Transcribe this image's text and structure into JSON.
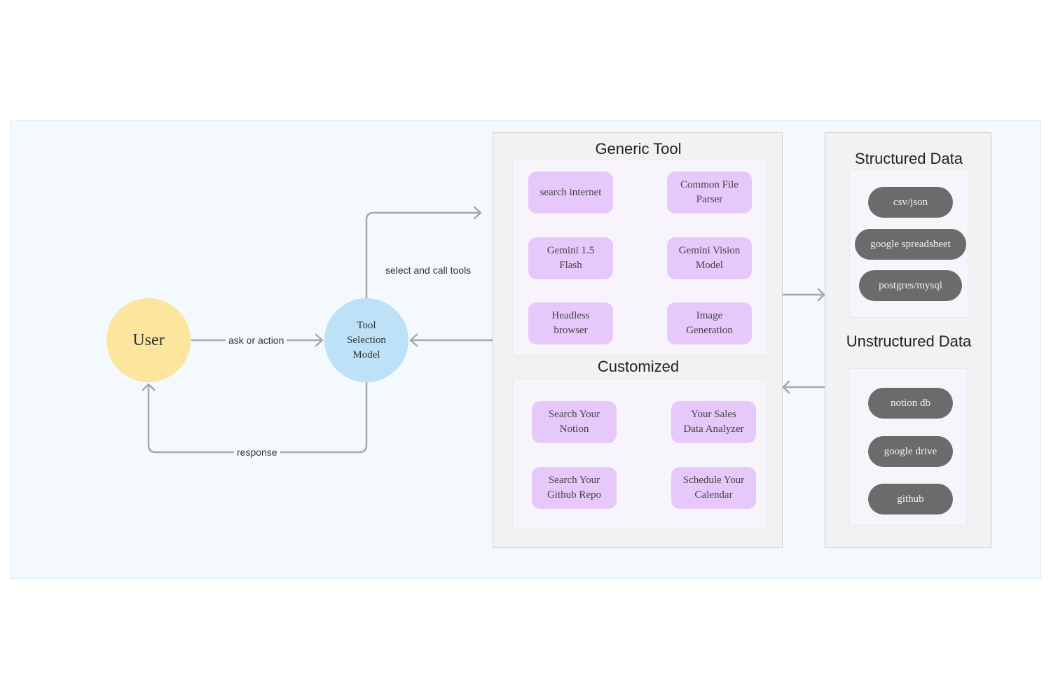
{
  "nodes": {
    "user": "User",
    "tool_selection_model": "Tool\nSelection\nModel"
  },
  "edges": {
    "ask": "ask or action",
    "select": "select and call tools",
    "response": "response"
  },
  "generic_tool": {
    "title": "Generic Tool",
    "items": [
      "search internet",
      "Common File\nParser",
      "Gemini 1.5\nFlash",
      "Gemini Vision\nModel",
      "Headless\nbrowser",
      "Image\nGeneration"
    ]
  },
  "customized": {
    "title": "Customized",
    "items": [
      "Search Your\nNotion",
      "Your Sales\nData Analyzer",
      "Search Your\nGithub Repo",
      "Schedule Your\nCalendar"
    ]
  },
  "structured_data": {
    "title": "Structured Data",
    "items": [
      "csv/json",
      "google spreadsheet",
      "postgres/mysql"
    ]
  },
  "unstructured_data": {
    "title": "Unstructured Data",
    "items": [
      "notion db",
      "google drive",
      "github"
    ]
  },
  "colors": {
    "user": "#fce59c",
    "model": "#bde2f8",
    "tool_pill": "#e6c8fa",
    "data_pill": "#6b6b6b",
    "arrow": "#a8a8a8"
  }
}
